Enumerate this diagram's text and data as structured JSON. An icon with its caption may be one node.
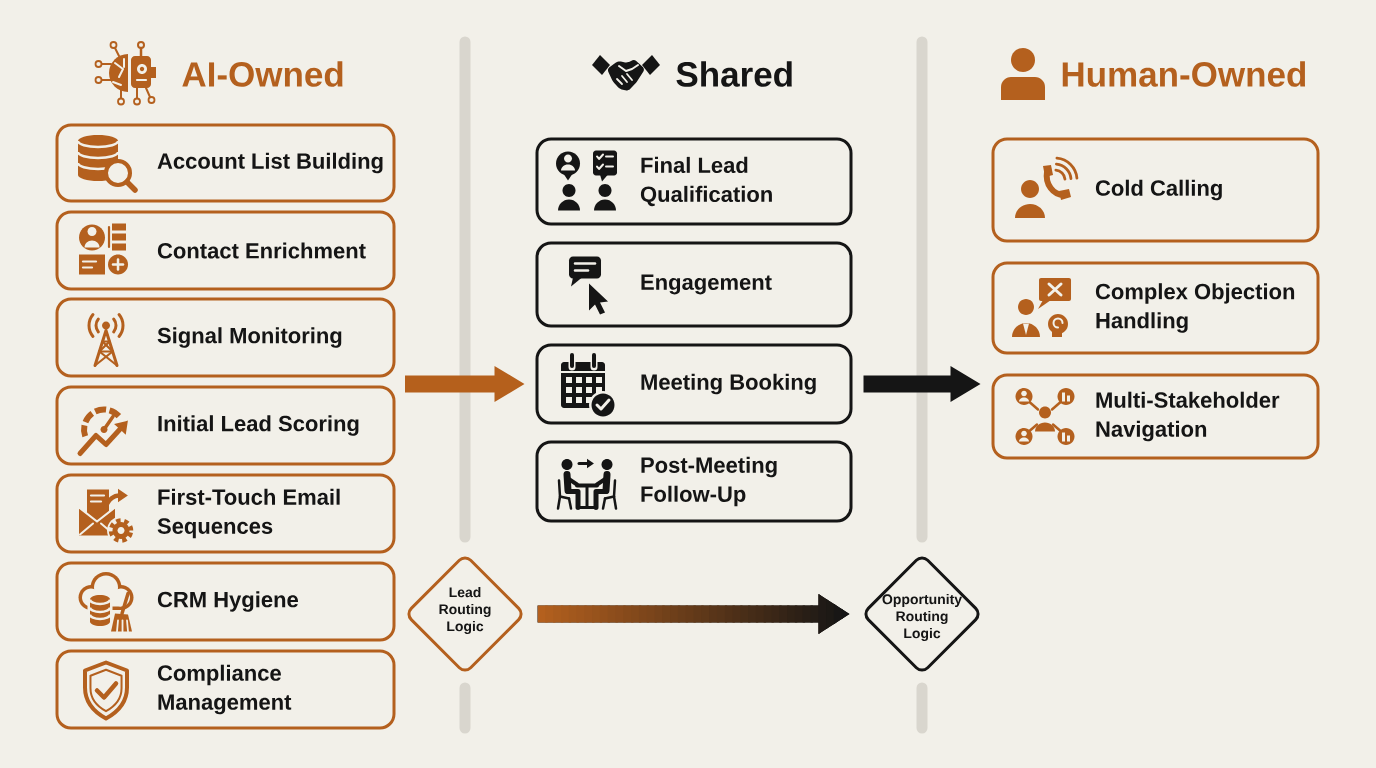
{
  "diagram": {
    "nodes": [
      {
        "text": [
          "Account List Building"
        ]
      },
      {
        "text": [
          "Contact Enrichment"
        ]
      },
      {
        "text": [
          "Signal Monitoring"
        ]
      },
      {
        "text": [
          "Initial Lead Scoring"
        ]
      },
      {
        "text": [
          "First-Touch Email Sequences"
        ]
      },
      {
        "text": [
          "CRM Hygiene"
        ]
      },
      {
        "text": [
          "Compliance Management"
        ]
      },
      {
        "text": [
          "Final Lead Qualification"
        ]
      },
      {
        "text": [
          "Engagement"
        ]
      },
      {
        "text": [
          "Meeting Booking"
        ]
      },
      {
        "text": [
          "Post-Meeting Follow-Up"
        ]
      },
      {
        "text": [
          "Cold Calling"
        ]
      },
      {
        "text": [
          "Complex Objection Handling"
        ]
      },
      {
        "text": [
          "Multi-Stakeholder Navigation"
        ]
      },
      {
        "text": [
          "Lead Routing Logic"
        ]
      },
      {
        "text": [
          "Opportunity Routing Logic"
        ]
      }
    ],
    "edges": [
      {
        "from": null,
        "to": 9,
        "arrow": "to",
        "color": "#b5601c"
      },
      {
        "from": 9,
        "to": 13,
        "arrow": "to"
      },
      {
        "from": 14,
        "to": 15,
        "arrow": "to"
      }
    ],
    "labels": [
      "AI-Owned",
      "Shared",
      "Human-Owned"
    ]
  }
}
